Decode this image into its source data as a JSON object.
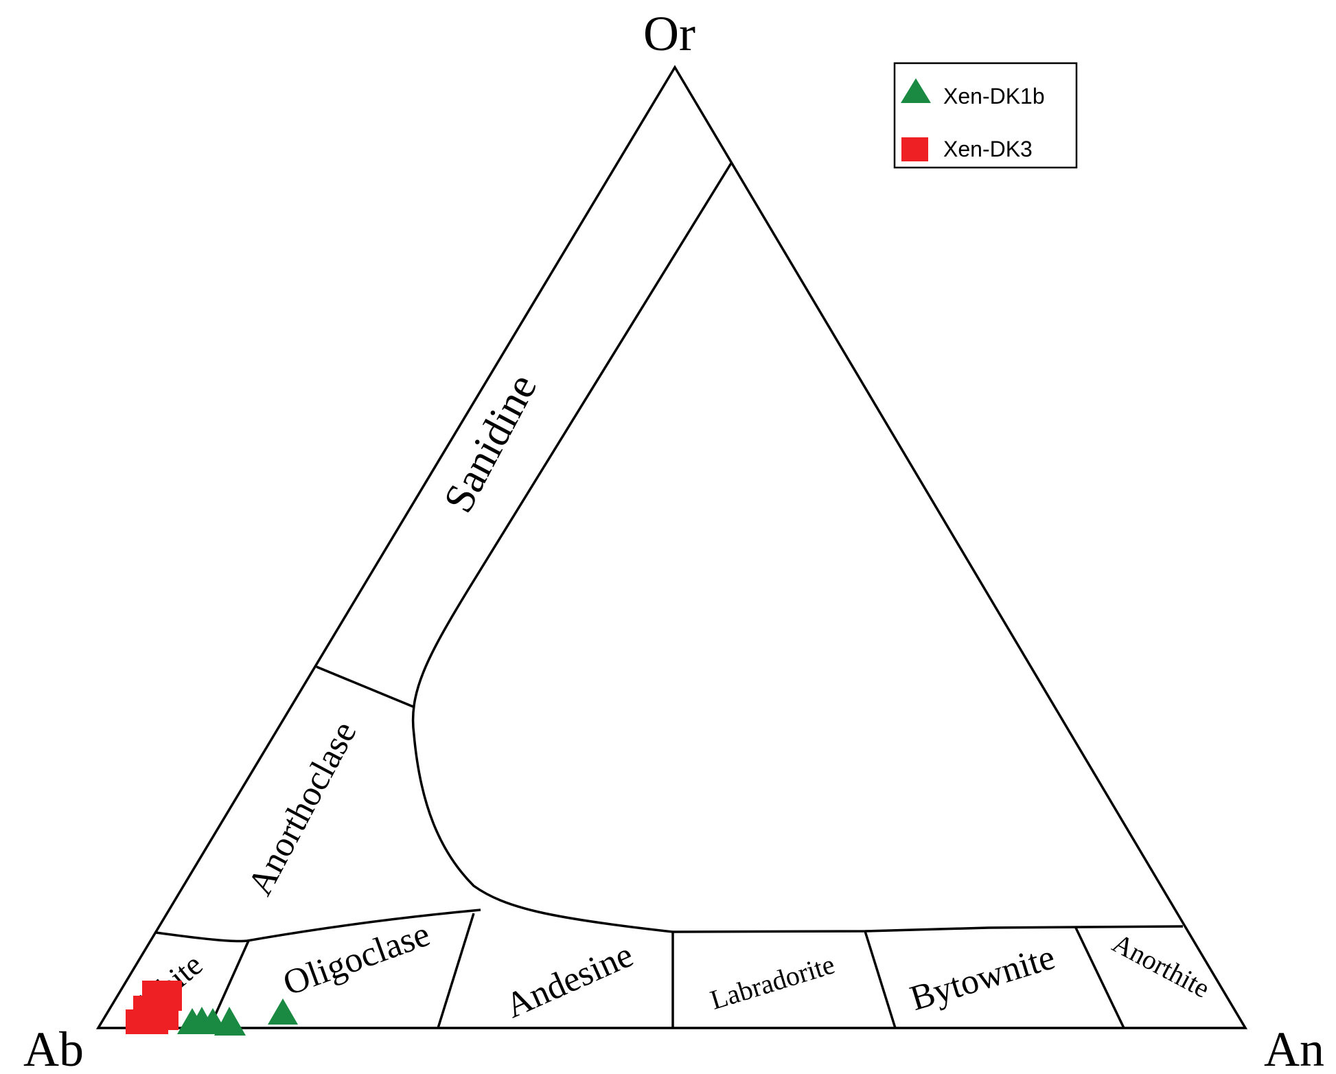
{
  "vertices": {
    "top": "Or",
    "left": "Ab",
    "right": "An"
  },
  "fields": {
    "sanidine": "Sanidine",
    "anorthoclase": "Anorthoclase",
    "albite": "Albite",
    "oligoclase": "Oligoclase",
    "andesine": "Andesine",
    "labradorite": "Labradorite",
    "bytownite": "Bytownite",
    "anorthite": "Anorthite"
  },
  "legend": {
    "items": [
      {
        "label": "Xen-DK1b",
        "marker": "triangle",
        "color": "#1a8a42"
      },
      {
        "label": "Xen-DK3",
        "marker": "square",
        "color": "#ee2024"
      }
    ]
  },
  "colors": {
    "xen_dk1b": "#1a8a42",
    "xen_dk3": "#ee2024",
    "lines": "#000000"
  }
}
